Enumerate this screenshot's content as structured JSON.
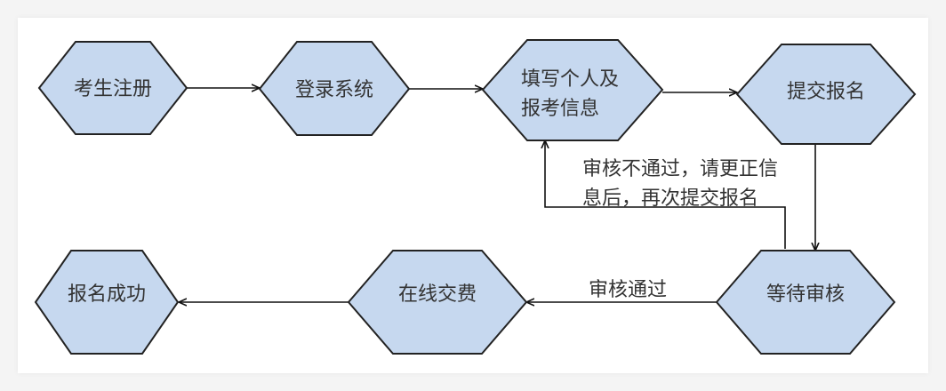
{
  "nodes": {
    "register": "考生注册",
    "login": "登录系统",
    "fill_info_line1": "填写个人及",
    "fill_info_line2": "报考信息",
    "submit": "提交报名",
    "await_review": "等待审核",
    "pay_online": "在线交费",
    "success": "报名成功"
  },
  "edges": {
    "rejected_line1": "审核不通过，请更正信",
    "rejected_line2": "息后，再次提交报名",
    "approved": "审核通过"
  },
  "colors": {
    "node_fill": "#c6d8ef",
    "stroke": "#222222"
  }
}
